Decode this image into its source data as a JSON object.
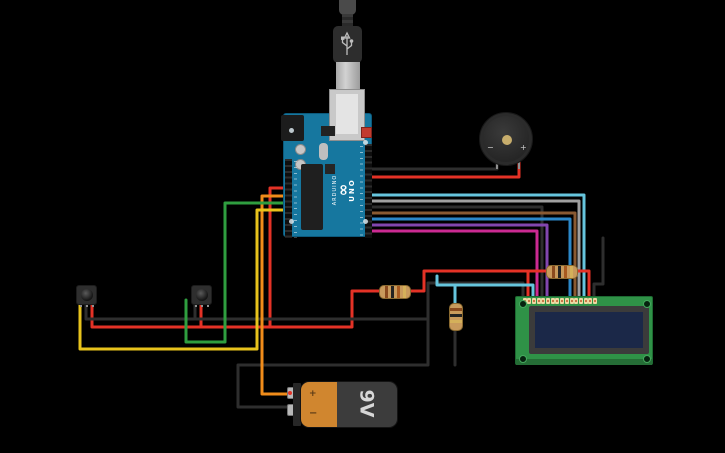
{
  "app": {
    "background": "#000000",
    "view": "circuit canvas"
  },
  "colors": {
    "red": "#e43226",
    "black": "#2e2e2e",
    "yellow": "#e8c31c",
    "orange": "#f08c1a",
    "green": "#2f9e3f",
    "cyan": "#66c5dd",
    "gray": "#a0a0a0",
    "brown": "#8a5a32",
    "blue": "#2b87c8",
    "purple": "#8246af",
    "magenta": "#cb2a92",
    "arduino_board": "#16779f",
    "lcd_board": "#2f9247",
    "lcd_screen": "#1b2848",
    "battery_orange": "#d0862f",
    "battery_dark": "#3c3c3c"
  },
  "components": {
    "arduino": {
      "name": "Arduino Uno R3",
      "logo": "ARDUINO",
      "infinity": "∞",
      "model": "UNO"
    },
    "usb_cable": {
      "name": "USB cable"
    },
    "buzzer": {
      "name": "Piezo buzzer",
      "plus_label": "+",
      "minus_label": "−"
    },
    "lcd": {
      "name": "LCD 16x2 display",
      "pin_count": 16
    },
    "battery": {
      "name": "9V battery",
      "label": "9V",
      "plus_label": "+",
      "minus_label": "−"
    },
    "sensor1": {
      "name": "temperature sensor"
    },
    "sensor2": {
      "name": "temperature sensor"
    },
    "resistors": [
      {
        "id": "r1",
        "orientation": "horizontal"
      },
      {
        "id": "r2",
        "orientation": "horizontal"
      },
      {
        "id": "r3",
        "orientation": "vertical"
      }
    ]
  },
  "wires": [
    {
      "color": "black",
      "from": "arduino",
      "to": "buzzer-negative"
    },
    {
      "color": "red",
      "from": "arduino",
      "to": "buzzer-positive"
    },
    {
      "color": "cyan",
      "from": "arduino",
      "to": "lcd-pin-14"
    },
    {
      "color": "gray",
      "from": "arduino",
      "to": "lcd-pin-13"
    },
    {
      "color": "black",
      "from": "arduino",
      "to": "lcd-pin-5"
    },
    {
      "color": "brown",
      "from": "arduino",
      "to": "lcd-pin-12"
    },
    {
      "color": "blue",
      "from": "arduino",
      "to": "lcd-pin-11"
    },
    {
      "color": "purple",
      "from": "arduino",
      "to": "lcd-pin-6"
    },
    {
      "color": "magenta",
      "from": "arduino",
      "to": "lcd-pin-4"
    },
    {
      "color": "red",
      "from": "arduino-power",
      "to": "sensor-rail / lcd-pin-2 / resistor-r2 / lcd-pin-15"
    },
    {
      "color": "orange",
      "from": "battery-positive",
      "to": "arduino-power"
    },
    {
      "color": "yellow",
      "from": "sensor-1",
      "to": "arduino-analog"
    },
    {
      "color": "green",
      "from": "sensor-2",
      "to": "arduino-analog"
    },
    {
      "color": "black",
      "from": "battery-negative",
      "to": "ground net (sensors, lcd-pin-1, resistor-r3)"
    },
    {
      "color": "cyan",
      "from": "lcd-pin-3",
      "to": "resistor-r3"
    },
    {
      "color": "black",
      "from": "lcd-pin-16",
      "to": "stub"
    }
  ]
}
